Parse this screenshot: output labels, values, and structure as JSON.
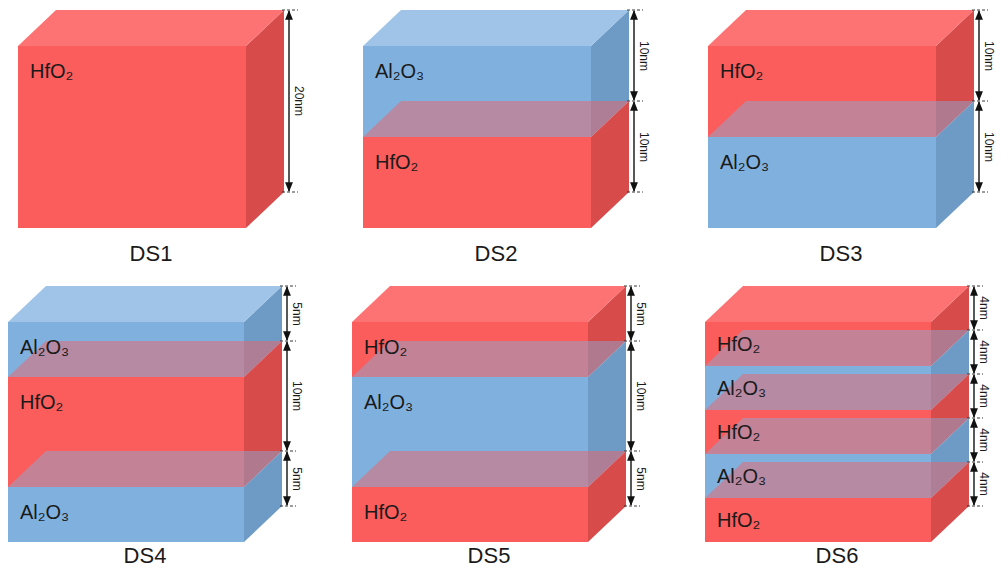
{
  "diagram": {
    "nodes": [
      {
        "text": [
          "HfO₂"
        ]
      },
      {
        "text": [
          "Al₂O₃"
        ]
      },
      {
        "text": [
          "HfO₂"
        ]
      },
      {
        "text": [
          "HfO₂"
        ]
      },
      {
        "text": [
          "Al₂O₃"
        ]
      },
      {
        "text": [
          "Al₂O₃"
        ]
      },
      {
        "text": [
          "HfO₂"
        ]
      },
      {
        "text": [
          "Al₂O₃"
        ]
      },
      {
        "text": [
          "HfO₂"
        ]
      },
      {
        "text": [
          "Al₂O₃"
        ]
      },
      {
        "text": [
          "HfO₂"
        ]
      },
      {
        "text": [
          "HfO₂"
        ]
      },
      {
        "text": [
          "Al₂O₃"
        ]
      },
      {
        "text": [
          "HfO₂"
        ]
      },
      {
        "text": [
          "Al₂O₃"
        ]
      },
      {
        "text": [
          "HfO₂"
        ]
      }
    ],
    "labels": [
      "20nm",
      "DS1",
      "10nm",
      "10nm",
      "DS2",
      "10nm",
      "10nm",
      "DS3",
      "5nm",
      "10nm",
      "5nm",
      "DS4",
      "5nm",
      "10nm",
      "5nm",
      "DS5",
      "4nm",
      "4nm",
      "4nm",
      "4nm",
      "4nm",
      "DS6"
    ]
  }
}
